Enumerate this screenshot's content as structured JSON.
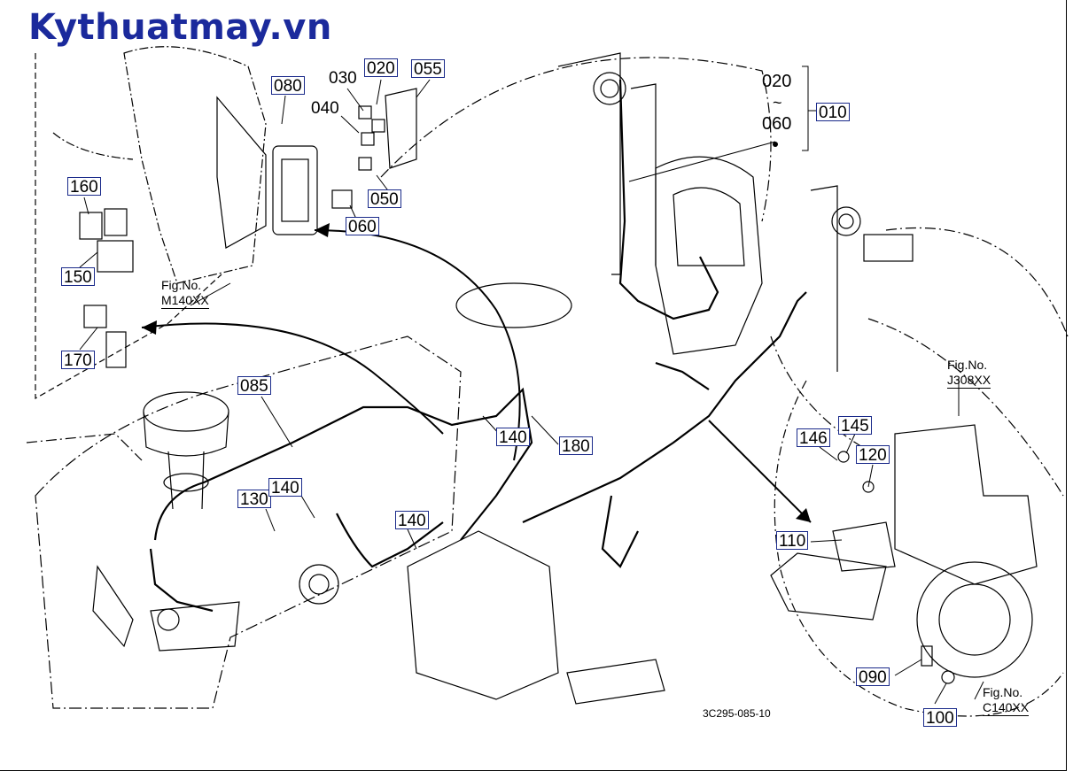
{
  "brand": "Kythuatmay.vn",
  "drawing_code": "3C295-085-10",
  "callouts": {
    "c010": "010",
    "c020": "020",
    "c030": "030",
    "c040": "040",
    "c050": "050",
    "c055": "055",
    "c060": "060",
    "c080": "080",
    "c085": "085",
    "c090": "090",
    "c100": "100",
    "c110": "110",
    "c120": "120",
    "c130": "130",
    "c140a": "140",
    "c140b": "140",
    "c140c": "140",
    "c145": "145",
    "c146": "146",
    "c150": "150",
    "c160": "160",
    "c170": "170",
    "c180": "180"
  },
  "range_label": {
    "top": "020",
    "tilde": "~",
    "bottom": "060"
  },
  "fig_refs": {
    "m140": {
      "line1": "Fig.No.",
      "line2": "M140XX"
    },
    "j308": {
      "line1": "Fig.No.",
      "line2": "J308XX"
    },
    "c140": {
      "line1": "Fig.No.",
      "line2": "C140XX"
    }
  },
  "colors": {
    "brand": "#1b2a9c",
    "callout_border": "#1a2a8a",
    "line": "#000000"
  }
}
